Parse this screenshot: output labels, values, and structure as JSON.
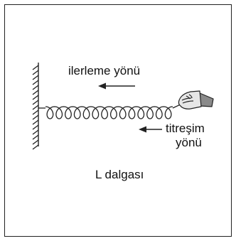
{
  "labels": {
    "propagation_direction": "ilerleme yönü",
    "vibration_direction_line1": "titreşim",
    "vibration_direction_line2": "yönü",
    "wave_name": "L dalgası"
  },
  "icons": {
    "wall": "hatched-wall-icon",
    "spring": "coil-spring-icon",
    "hand": "hand-icon",
    "propagation_arrow": "arrow-left-icon",
    "vibration_arrow": "arrow-left-icon"
  },
  "colors": {
    "ink": "#222222",
    "text": "#111111",
    "hand_fill": "#e6e6e6",
    "sleeve_fill": "#8a8a8a",
    "background": "#ffffff"
  }
}
